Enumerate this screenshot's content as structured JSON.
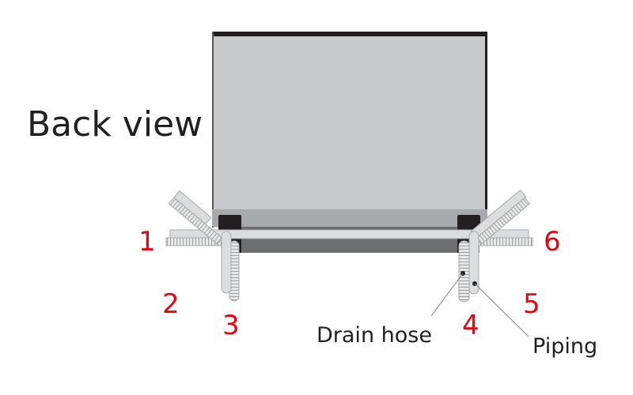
{
  "title": "Back view",
  "labels": {
    "drain_hose": "Drain hose",
    "piping": "Piping"
  },
  "positions": [
    "1",
    "2",
    "3",
    "4",
    "5",
    "6"
  ],
  "colors": {
    "body": "#c8c9cb",
    "number": "#e30613",
    "dark_band": "#6d6e70"
  }
}
